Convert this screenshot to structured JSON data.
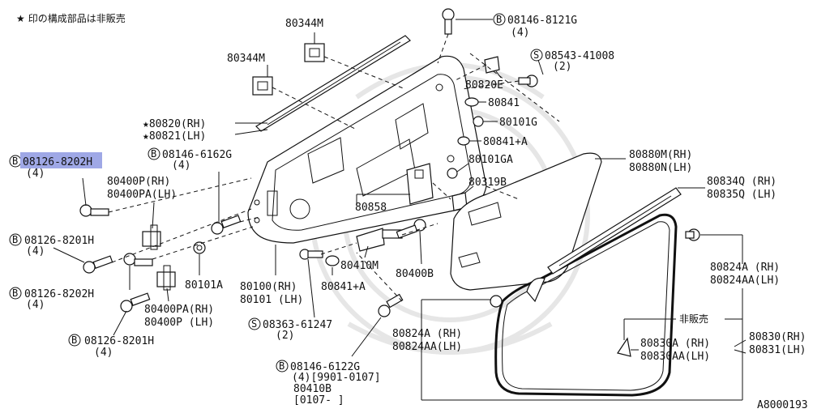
{
  "header": {
    "star_symbol": "★",
    "not_sold_note": "印の構成部品は非販売"
  },
  "labels": {
    "l_80344M_top": "80344M",
    "l_80344M_left": "80344M",
    "l_b08146_8121G": "08146-8121G",
    "l_b08146_8121G_qty": "(4)",
    "l_s08543_41008": "08543-41008",
    "l_s08543_41008_qty": "(2)",
    "l_80820E": "80820E",
    "l_80841_a": "80841",
    "l_80101G": "80101G",
    "l_80841A_top": "80841+A",
    "l_80820RH": "80820(RH)",
    "l_80821LH": "80821(LH)",
    "l_b08146_6162G": "08146-6162G",
    "l_b08146_6162G_qty": "(4)",
    "l_b08126_8202H_top": "08126-8202H",
    "l_b08126_8202H_top_qty": "(4)",
    "l_80400P_RH": "80400P(RH)",
    "l_80400PA_LH": "80400PA(LH)",
    "l_b08126_8201H_top": "08126-8201H",
    "l_b08126_8201H_top_qty": "(4)",
    "l_b08126_8202H_mid": "08126-8202H",
    "l_b08126_8202H_mid_qty": "(4)",
    "l_b08126_8201H_bot": "08126-8201H",
    "l_b08126_8201H_bot_qty": "(4)",
    "l_80400PA_RH": "80400PA(RH)",
    "l_80400P_LH": "80400P (LH)",
    "l_80101A": "80101A",
    "l_80100RH": "80100(RH)",
    "l_80101LH": "80101 (LH)",
    "l_80841A_mid": "80841+A",
    "l_80101GA": "80101GA",
    "l_80319B": "80319B",
    "l_80858": "80858",
    "l_80410M": "80410M",
    "l_80400B": "80400B",
    "l_s08363_61247": "08363-61247",
    "l_s08363_61247_qty": "(2)",
    "l_b08146_6122G": "08146-6122G",
    "l_b08146_6122G_qty": "(4)[9901-0107]",
    "l_80410B": "80410B",
    "l_80410B_range": "[0107-     ]",
    "l_80880M_RH": "80880M(RH)",
    "l_80880N_LH": "80880N(LH)",
    "l_80834Q_RH": "80834Q (RH)",
    "l_80835Q_LH": "80835Q (LH)",
    "l_80824A_RH_right": "80824A  (RH)",
    "l_80824AA_LH_right": "80824AA(LH)",
    "l_80824A_RH_mid": "80824A  (RH)",
    "l_80824AA_LH_mid": "80824AA(LH)",
    "l_not_sold": "非販売",
    "l_80830A_RH": "80830A  (RH)",
    "l_80830AA_LH": "80830AA(LH)",
    "l_80830RH": "80830(RH)",
    "l_80831LH": "80831(LH)",
    "diagram_id": "A8000193"
  },
  "symbols": {
    "bolt_prefix": "B",
    "screw_prefix": "S"
  },
  "colors": {
    "line": "#111111",
    "highlight": "#9fa8e6",
    "watermark": "#e6e6e6"
  }
}
